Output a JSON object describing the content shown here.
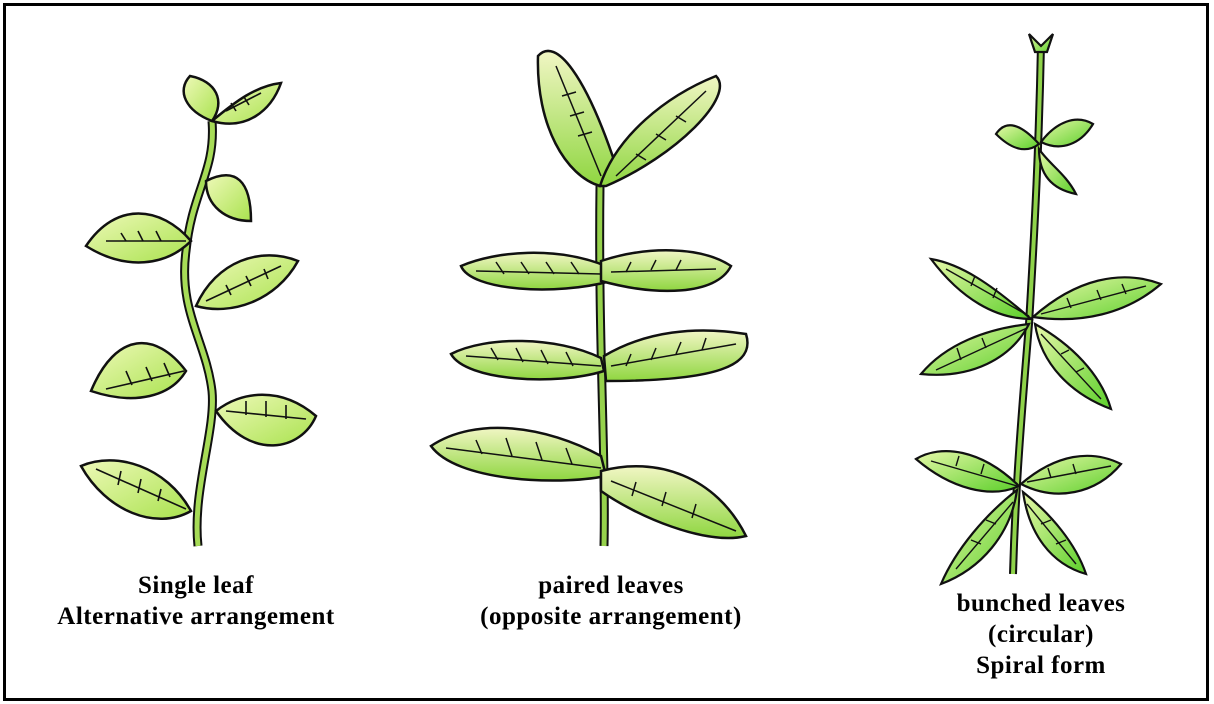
{
  "figure": {
    "panels": [
      {
        "id": "alternate",
        "caption_lines": [
          "Single leaf",
          "Alternative arrangement"
        ]
      },
      {
        "id": "opposite",
        "caption_lines": [
          "paired leaves",
          "(opposite arrangement)"
        ]
      },
      {
        "id": "whorled",
        "caption_lines": [
          "bunched leaves",
          "(circular)",
          "Spiral form"
        ]
      }
    ],
    "colors": {
      "leaf_fill_light": "#e4f5a6",
      "leaf_fill_mid": "#b8e85a",
      "leaf_fill_deep": "#86d63a",
      "outline": "#111111",
      "stem": "#9ad24e",
      "background": "#ffffff",
      "border": "#000000"
    }
  }
}
